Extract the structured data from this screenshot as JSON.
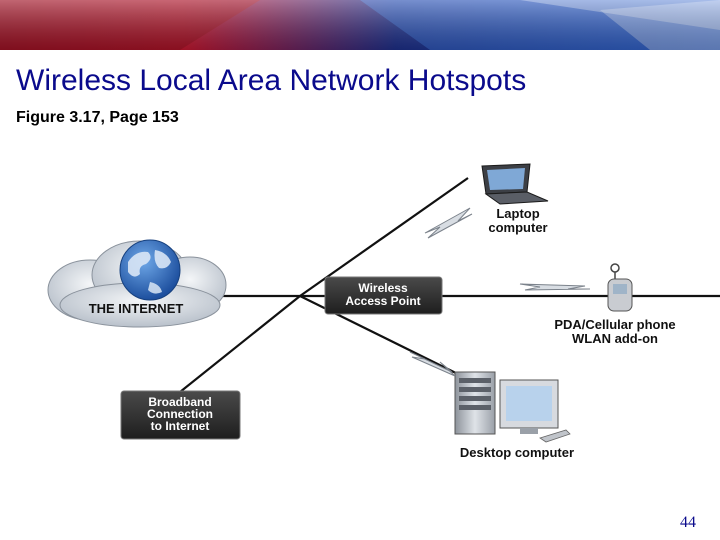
{
  "slide": {
    "title": "Wireless Local Area Network Hotspots",
    "subtitle": "Figure 3.17, Page 153",
    "page_number": "44"
  },
  "diagram": {
    "internet_label": "THE INTERNET",
    "access_point_label": [
      "Wireless",
      "Access Point"
    ],
    "broadband_label": [
      "Broadband",
      "Connection",
      "to Internet"
    ],
    "laptop_label": [
      "Laptop",
      "computer"
    ],
    "pda_label": [
      "PDA/Cellular phone",
      "WLAN add-on"
    ],
    "desktop_label": "Desktop computer"
  },
  "colors": {
    "title": "#0a0a8c",
    "banner_blue": "#1c3fa8",
    "banner_red": "#b0122a",
    "box_dark": "#2d2d2d"
  }
}
